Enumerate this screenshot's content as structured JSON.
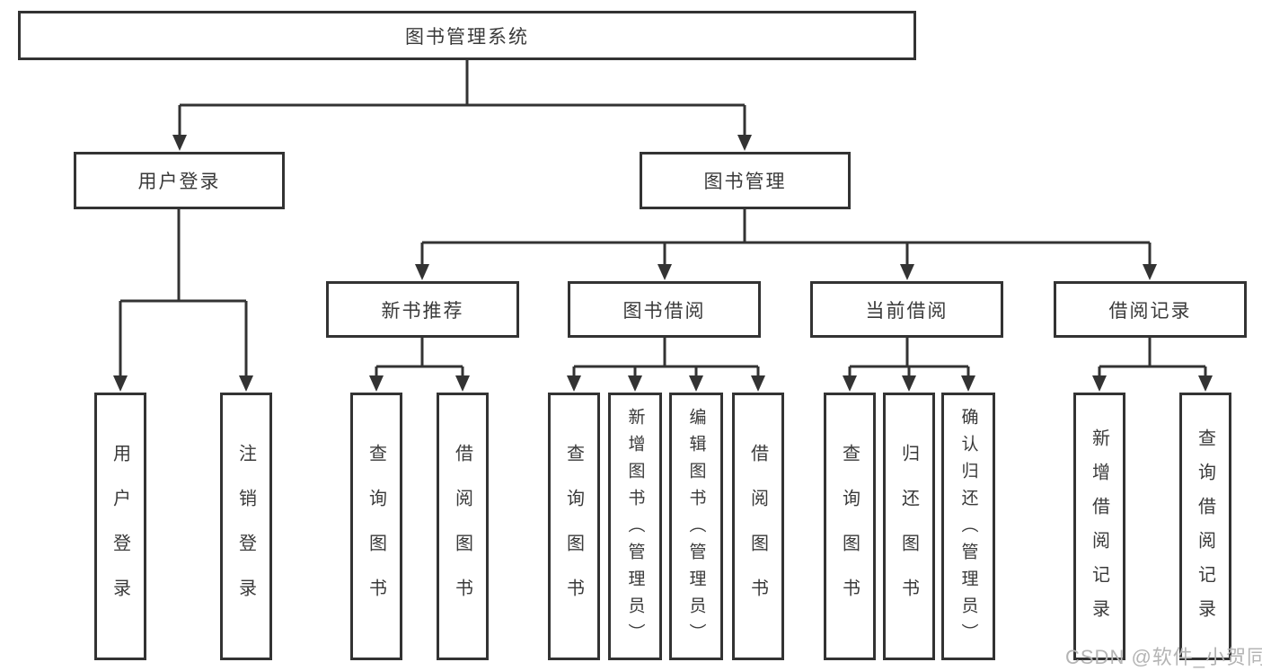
{
  "diagram": {
    "title": "图书管理系统",
    "colors": {
      "line": "#333333",
      "border": "#333333",
      "text": "#3a3a3a",
      "background": "#ffffff",
      "watermark": "#b4b4b4"
    },
    "nodes": {
      "root": {
        "label": "图书管理系统"
      },
      "user_login": {
        "label": "用户登录"
      },
      "book_mgmt": {
        "label": "图书管理"
      },
      "new_book_rec": {
        "label": "新书推荐"
      },
      "book_borrow": {
        "label": "图书借阅"
      },
      "current_borrow": {
        "label": "当前借阅"
      },
      "borrow_records": {
        "label": "借阅记录"
      },
      "leaf_user_login": {
        "label": "用户登录"
      },
      "leaf_logout": {
        "label": "注销登录"
      },
      "leaf_query_book_1": {
        "label": "查询图书"
      },
      "leaf_borrow_book_1": {
        "label": "借阅图书"
      },
      "leaf_query_book_2": {
        "label": "查询图书"
      },
      "leaf_add_book": {
        "label": "新增图书（管理员）"
      },
      "leaf_edit_book": {
        "label": "编辑图书（管理员）"
      },
      "leaf_borrow_book_2": {
        "label": "借阅图书"
      },
      "leaf_query_book_3": {
        "label": "查询图书"
      },
      "leaf_return_book": {
        "label": "归还图书"
      },
      "leaf_confirm_return": {
        "label": "确认归还（管理员）"
      },
      "leaf_add_record": {
        "label": "新增借阅记录"
      },
      "leaf_query_record": {
        "label": "查询借阅记录"
      }
    },
    "watermark": "CSDN @软件_小贺同学"
  }
}
